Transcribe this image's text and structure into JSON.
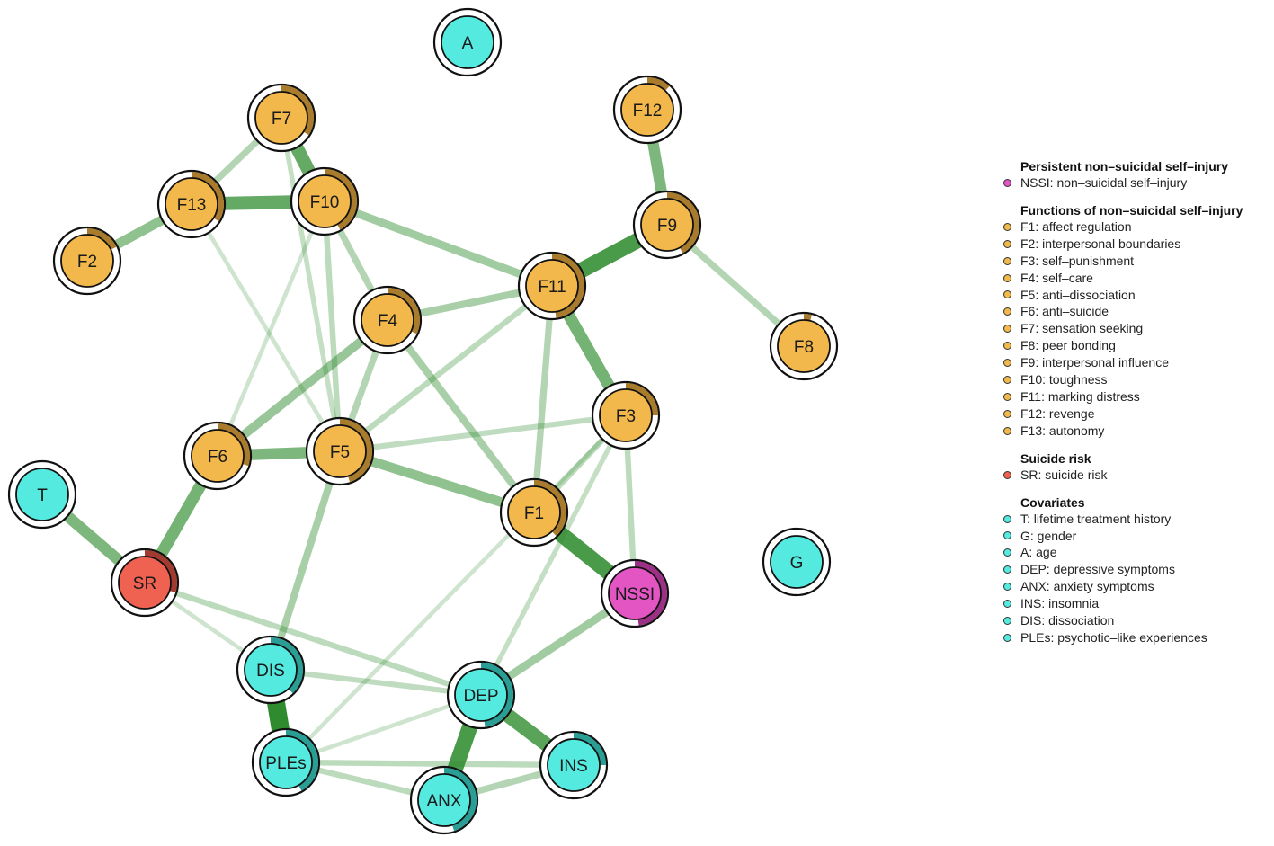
{
  "colors": {
    "NSSI": "#e455c4",
    "F": "#f2b84b",
    "SR": "#ef6252",
    "COV": "#55eadf",
    "ring_F": "#a97b2c",
    "ring_COV": "#2a9e95",
    "ring_SR": "#a23a2f",
    "ring_NSSI": "#9b3084",
    "edge": "#2e8b2e"
  },
  "nodes": [
    {
      "id": "A",
      "group": "COV",
      "fill": 0.0
    },
    {
      "id": "F7",
      "group": "F",
      "fill": 0.34
    },
    {
      "id": "F12",
      "group": "F",
      "fill": 0.12
    },
    {
      "id": "F13",
      "group": "F",
      "fill": 0.34
    },
    {
      "id": "F10",
      "group": "F",
      "fill": 0.42
    },
    {
      "id": "F2",
      "group": "F",
      "fill": 0.18
    },
    {
      "id": "F9",
      "group": "F",
      "fill": 0.42
    },
    {
      "id": "F11",
      "group": "F",
      "fill": 0.48
    },
    {
      "id": "F4",
      "group": "F",
      "fill": 0.32
    },
    {
      "id": "F8",
      "group": "F",
      "fill": 0.04
    },
    {
      "id": "F3",
      "group": "F",
      "fill": 0.25
    },
    {
      "id": "F6",
      "group": "F",
      "fill": 0.3
    },
    {
      "id": "F5",
      "group": "F",
      "fill": 0.45
    },
    {
      "id": "F1",
      "group": "F",
      "fill": 0.38
    },
    {
      "id": "T",
      "group": "COV",
      "fill": 0.0
    },
    {
      "id": "G",
      "group": "COV",
      "fill": 0.0
    },
    {
      "id": "SR",
      "group": "SR",
      "fill": 0.3
    },
    {
      "id": "NSSI",
      "group": "NSSI",
      "fill": 0.48
    },
    {
      "id": "DIS",
      "group": "COV",
      "fill": 0.38
    },
    {
      "id": "DEP",
      "group": "COV",
      "fill": 0.48
    },
    {
      "id": "PLEs",
      "group": "COV",
      "fill": 0.42
    },
    {
      "id": "INS",
      "group": "COV",
      "fill": 0.25
    },
    {
      "id": "ANX",
      "group": "COV",
      "fill": 0.45
    }
  ],
  "edges": [
    {
      "from": "F7",
      "to": "F13",
      "weight": 0.25
    },
    {
      "from": "F7",
      "to": "F10",
      "weight": 0.7
    },
    {
      "from": "F7",
      "to": "F5",
      "weight": 0.15
    },
    {
      "from": "F13",
      "to": "F10",
      "weight": 0.7
    },
    {
      "from": "F13",
      "to": "F2",
      "weight": 0.45
    },
    {
      "from": "F13",
      "to": "F5",
      "weight": 0.1
    },
    {
      "from": "F10",
      "to": "F11",
      "weight": 0.35
    },
    {
      "from": "F10",
      "to": "F5",
      "weight": 0.2
    },
    {
      "from": "F10",
      "to": "F4",
      "weight": 0.25
    },
    {
      "from": "F10",
      "to": "F6",
      "weight": 0.1
    },
    {
      "from": "F12",
      "to": "F9",
      "weight": 0.55
    },
    {
      "from": "F9",
      "to": "F11",
      "weight": 0.85
    },
    {
      "from": "F9",
      "to": "F8",
      "weight": 0.25
    },
    {
      "from": "F11",
      "to": "F4",
      "weight": 0.3
    },
    {
      "from": "F11",
      "to": "F3",
      "weight": 0.6
    },
    {
      "from": "F11",
      "to": "F5",
      "weight": 0.2
    },
    {
      "from": "F11",
      "to": "F1",
      "weight": 0.25
    },
    {
      "from": "F4",
      "to": "F6",
      "weight": 0.4
    },
    {
      "from": "F4",
      "to": "F5",
      "weight": 0.25
    },
    {
      "from": "F4",
      "to": "F1",
      "weight": 0.3
    },
    {
      "from": "F6",
      "to": "F5",
      "weight": 0.55
    },
    {
      "from": "F6",
      "to": "SR",
      "weight": 0.6
    },
    {
      "from": "F5",
      "to": "F3",
      "weight": 0.18
    },
    {
      "from": "F5",
      "to": "F1",
      "weight": 0.45
    },
    {
      "from": "F5",
      "to": "DIS",
      "weight": 0.3
    },
    {
      "from": "F3",
      "to": "F1",
      "weight": 0.2
    },
    {
      "from": "F3",
      "to": "NSSI",
      "weight": 0.2
    },
    {
      "from": "F3",
      "to": "DEP",
      "weight": 0.15
    },
    {
      "from": "F3",
      "to": "PLEs",
      "weight": 0.1
    },
    {
      "from": "F1",
      "to": "NSSI",
      "weight": 0.85
    },
    {
      "from": "T",
      "to": "SR",
      "weight": 0.55
    },
    {
      "from": "SR",
      "to": "DIS",
      "weight": 0.1
    },
    {
      "from": "SR",
      "to": "DEP",
      "weight": 0.2
    },
    {
      "from": "NSSI",
      "to": "DEP",
      "weight": 0.35
    },
    {
      "from": "DIS",
      "to": "DEP",
      "weight": 0.18
    },
    {
      "from": "DIS",
      "to": "PLEs",
      "weight": 1.0
    },
    {
      "from": "DEP",
      "to": "ANX",
      "weight": 0.85
    },
    {
      "from": "DEP",
      "to": "INS",
      "weight": 0.75
    },
    {
      "from": "PLEs",
      "to": "ANX",
      "weight": 0.2
    },
    {
      "from": "PLEs",
      "to": "INS",
      "weight": 0.2
    },
    {
      "from": "PLEs",
      "to": "DEP",
      "weight": 0.1
    },
    {
      "from": "ANX",
      "to": "INS",
      "weight": 0.25
    }
  ],
  "legend": [
    {
      "title": "Persistent non–suicidal self–injury",
      "group": "NSSI",
      "items": [
        "NSSI: non–suicidal self–injury"
      ]
    },
    {
      "title": "Functions of non–suicidal self–injury",
      "group": "F",
      "items": [
        "F1: affect regulation",
        "F2: interpersonal boundaries",
        "F3: self–punishment",
        "F4: self–care",
        "F5: anti–dissociation",
        "F6: anti–suicide",
        "F7: sensation seeking",
        "F8: peer bonding",
        "F9: interpersonal influence",
        "F10: toughness",
        "F11: marking distress",
        "F12: revenge",
        "F13: autonomy"
      ]
    },
    {
      "title": "Suicide risk",
      "group": "SR",
      "items": [
        "SR: suicide risk"
      ]
    },
    {
      "title": "Covariates",
      "group": "COV",
      "items": [
        "T: lifetime treatment history",
        "G: gender",
        "A: age",
        "DEP: depressive symptoms",
        "ANX: anxiety symptoms",
        "INS: insomnia",
        "DIS: dissociation",
        "PLEs: psychotic–like experiences"
      ]
    }
  ]
}
